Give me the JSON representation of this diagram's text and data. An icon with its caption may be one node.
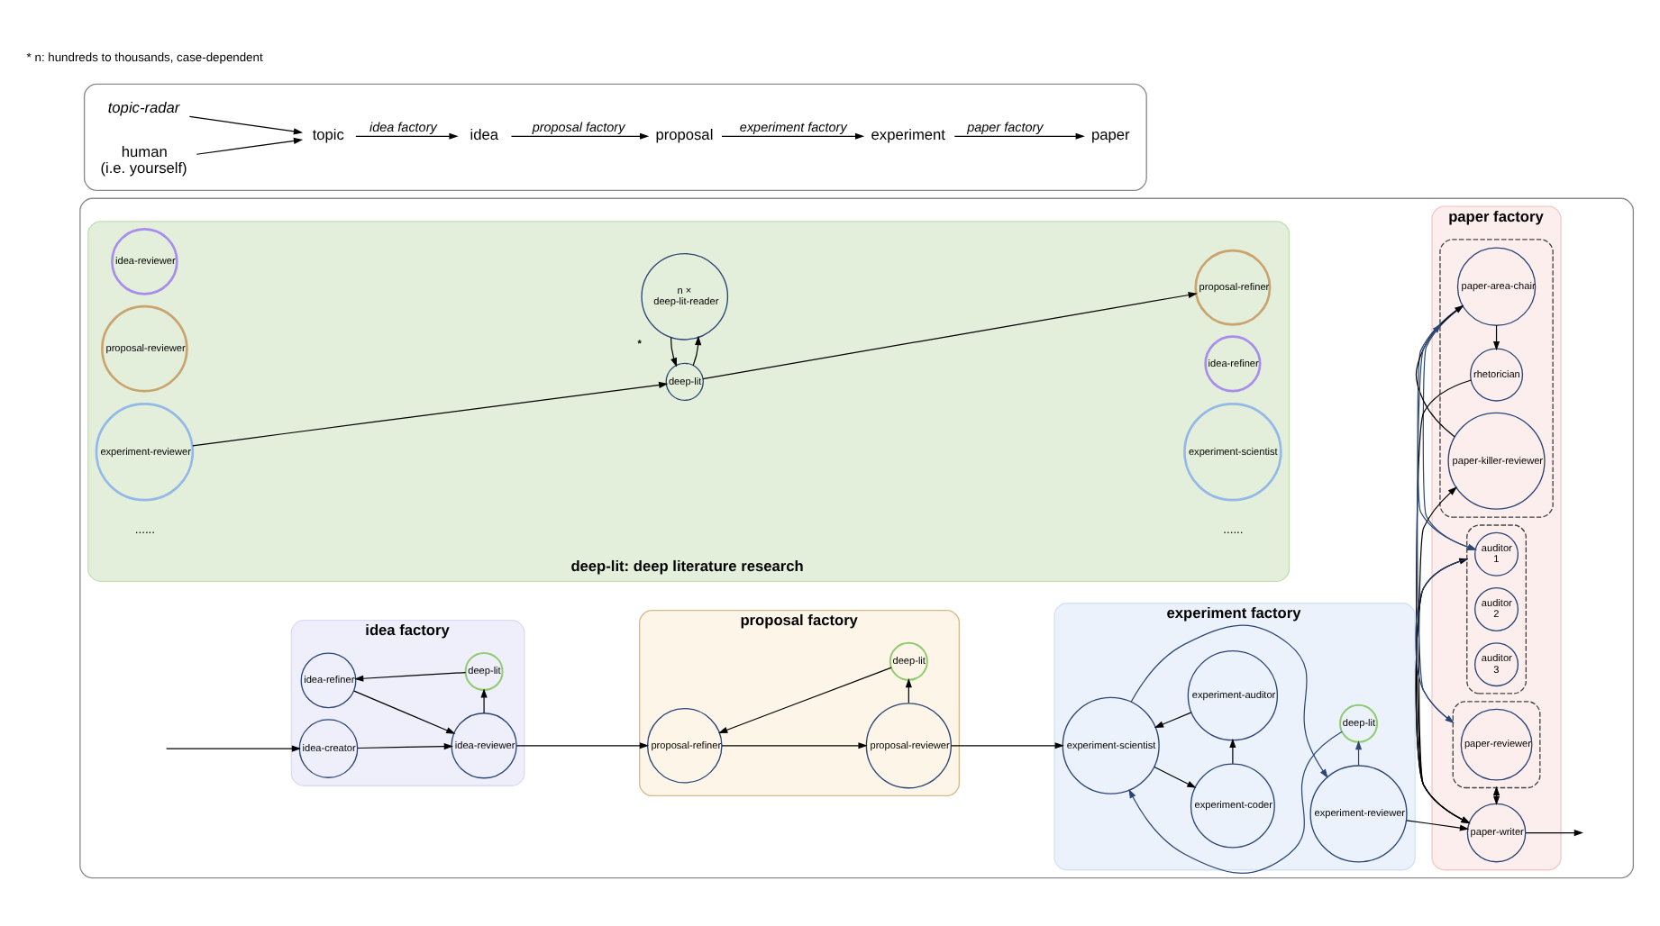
{
  "diagram": {
    "nodes": [
      {
        "text": [],
        "shape": "box"
      },
      {
        "text": [
          "topic-radar"
        ],
        "in": 0
      },
      {
        "text": [
          "human (i.e. yourself)"
        ],
        "in": 0
      },
      {
        "text": [
          "topic"
        ],
        "in": 0
      },
      {
        "text": [
          "idea"
        ],
        "in": 0
      },
      {
        "text": [
          "proposal"
        ],
        "in": 0
      },
      {
        "text": [
          "experiment"
        ],
        "in": 0
      },
      {
        "text": [
          "paper"
        ],
        "in": 0
      },
      {
        "text": [],
        "shape": "box"
      },
      {
        "text": [
          "idea factory"
        ],
        "in": 8
      },
      {
        "text": [
          "idea-creator"
        ],
        "in": 9
      },
      {
        "text": [
          "idea-refiner"
        ],
        "in": 9
      },
      {
        "text": [
          "deep-lit"
        ],
        "in": 9
      },
      {
        "text": [
          "idea-reviewer"
        ],
        "in": 9
      },
      {
        "text": [
          "proposal factory"
        ],
        "in": 8
      },
      {
        "text": [
          "deep-lit"
        ],
        "in": 14
      },
      {
        "text": [
          "proposal-refiner"
        ],
        "in": 14
      },
      {
        "text": [
          "proposal-reviewer"
        ],
        "in": 14
      },
      {
        "text": [
          "experiment factory"
        ],
        "in": 8
      },
      {
        "text": [
          "deep-lit"
        ],
        "in": 18
      },
      {
        "text": [
          "experiment-auditor"
        ],
        "in": 18
      },
      {
        "text": [
          "experiment-scientist"
        ],
        "in": 18
      },
      {
        "text": [
          "experiment-coder"
        ],
        "in": 18
      },
      {
        "text": [
          "experiment-reviewer"
        ],
        "in": 18
      },
      {
        "text": [
          "paper factory"
        ],
        "in": 8
      },
      {
        "text": [],
        "shape": "box",
        "in": 24
      },
      {
        "text": [
          "paper-area-chair"
        ],
        "in": 25
      },
      {
        "text": [
          "rhetorician"
        ],
        "in": 25
      },
      {
        "text": [
          "paper-killer-reviewer"
        ],
        "in": 25
      },
      {
        "text": [
          "paper-writer"
        ],
        "in": 24
      },
      {
        "text": [],
        "shape": "box",
        "in": 24
      },
      {
        "text": [
          "auditor 1"
        ],
        "in": 30
      },
      {
        "text": [
          "auditor 2"
        ],
        "in": 30
      },
      {
        "text": [
          "auditor 3"
        ],
        "in": 30
      },
      {
        "text": [],
        "shape": "box",
        "in": 24
      },
      {
        "text": [
          "paper-reviewer"
        ],
        "in": 34
      },
      {
        "text": [
          "deep-lit: deep literature research"
        ],
        "in": 8
      },
      {
        "text": [
          "n × deep-lit-reader"
        ],
        "beside": [
          "*"
        ],
        "in": 36
      },
      {
        "text": [
          "idea-reviewer"
        ],
        "in": 36
      },
      {
        "text": [
          "proposal-reviewer"
        ],
        "in": 36
      },
      {
        "text": [
          "experiment-reviewer"
        ],
        "in": 36
      },
      {
        "text": [
          "deep-lit"
        ],
        "in": 36
      },
      {
        "text": [
          "idea-refiner"
        ],
        "in": 36
      },
      {
        "text": [
          "proposal-refiner"
        ],
        "in": 36
      },
      {
        "text": [
          "experiment-scientist"
        ],
        "in": 36
      }
    ],
    "edges": [
      {
        "from": 1,
        "to": 3,
        "arrow": "to"
      },
      {
        "from": 2,
        "to": 3,
        "arrow": "to"
      },
      {
        "from": 3,
        "to": 4,
        "arrow": "to",
        "label": "idea factory"
      },
      {
        "from": 4,
        "to": 5,
        "arrow": "to",
        "label": "proposal factory"
      },
      {
        "from": 5,
        "to": 6,
        "arrow": "to",
        "label": "experiment factory"
      },
      {
        "from": 6,
        "to": 7,
        "arrow": "to",
        "label": "paper factory"
      },
      {
        "from": null,
        "to": 10,
        "arrow": "to"
      },
      {
        "from": 10,
        "to": 13,
        "arrow": "to"
      },
      {
        "from": 12,
        "to": 11,
        "arrow": "to"
      },
      {
        "from": 11,
        "to": 13,
        "arrow": "to"
      },
      {
        "from": 13,
        "to": 12,
        "arrow": "to"
      },
      {
        "from": 13,
        "to": 16,
        "arrow": "to"
      },
      {
        "from": 15,
        "to": 16,
        "arrow": "to"
      },
      {
        "from": 17,
        "to": 15,
        "arrow": "to"
      },
      {
        "from": 16,
        "to": 17,
        "arrow": "to"
      },
      {
        "from": 17,
        "to": 21,
        "arrow": "to"
      },
      {
        "from": 19,
        "to": 21,
        "arrow": "to",
        "color": "#2b4576"
      },
      {
        "from": 20,
        "to": 21,
        "arrow": "to"
      },
      {
        "from": 21,
        "to": 22,
        "arrow": "to"
      },
      {
        "from": 22,
        "to": 20,
        "arrow": "to"
      },
      {
        "from": 21,
        "to": 23,
        "arrow": "to",
        "color": "#2b4576"
      },
      {
        "from": 23,
        "to": 19,
        "arrow": "to",
        "color": "#2b4576"
      },
      {
        "from": 23,
        "to": 29,
        "arrow": "to"
      },
      {
        "from": 26,
        "to": 27,
        "arrow": "to"
      },
      {
        "from": 28,
        "to": 26,
        "arrow": "to"
      },
      {
        "from": 27,
        "to": 29,
        "arrow": "to"
      },
      {
        "from": 29,
        "to": 28,
        "arrow": "to"
      },
      {
        "from": 29,
        "to": null,
        "arrow": "to"
      },
      {
        "from": 29,
        "to": 30,
        "arrow": "to"
      },
      {
        "from": 30,
        "to": 29,
        "arrow": "to"
      },
      {
        "from": 29,
        "to": 34,
        "arrow": "to"
      },
      {
        "from": 34,
        "to": 29,
        "arrow": "to"
      },
      {
        "from": 25,
        "to": 30,
        "arrow": "to",
        "color": "#2b4576"
      },
      {
        "from": 30,
        "to": 34,
        "arrow": "to",
        "color": "#2b4576"
      },
      {
        "from": 34,
        "to": 25,
        "arrow": "to",
        "color": "#2b4576"
      },
      {
        "from": 40,
        "to": 41,
        "arrow": "to"
      },
      {
        "from": 41,
        "to": 37,
        "arrow": "to"
      },
      {
        "from": 37,
        "to": 41,
        "arrow": "to"
      },
      {
        "from": 41,
        "to": 43,
        "arrow": "to"
      }
    ],
    "labels": [
      "......",
      "......",
      "* n: hundreds to thousands, case-dependent"
    ]
  }
}
